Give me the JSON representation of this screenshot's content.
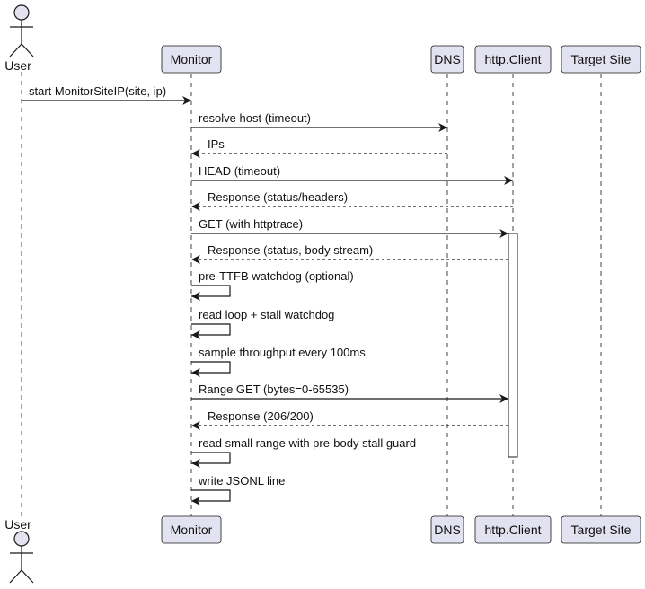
{
  "colors": {
    "participant_fill": "#e2e2f0",
    "participant_stroke": "#181818",
    "lifeline": "#181818",
    "arrow": "#181818"
  },
  "participants": [
    {
      "id": "user",
      "name": "User",
      "kind": "actor"
    },
    {
      "id": "monitor",
      "name": "Monitor",
      "kind": "participant"
    },
    {
      "id": "dns",
      "name": "DNS",
      "kind": "participant"
    },
    {
      "id": "client",
      "name": "http.Client",
      "kind": "participant"
    },
    {
      "id": "target",
      "name": "Target Site",
      "kind": "participant"
    }
  ],
  "messages": [
    {
      "from": "user",
      "to": "monitor",
      "label": "start MonitorSiteIP(site, ip)",
      "style": "solid"
    },
    {
      "from": "monitor",
      "to": "dns",
      "label": "resolve host (timeout)",
      "style": "solid"
    },
    {
      "from": "dns",
      "to": "monitor",
      "label": "IPs",
      "style": "dashed"
    },
    {
      "from": "monitor",
      "to": "client",
      "label": "HEAD (timeout)",
      "style": "solid"
    },
    {
      "from": "client",
      "to": "monitor",
      "label": "Response (status/headers)",
      "style": "dashed"
    },
    {
      "from": "monitor",
      "to": "client",
      "label": "GET (with httptrace)",
      "style": "solid",
      "activate": "client"
    },
    {
      "from": "client",
      "to": "monitor",
      "label": "Response (status, body stream)",
      "style": "dashed"
    },
    {
      "from": "monitor",
      "to": "monitor",
      "label": "pre-TTFB watchdog (optional)",
      "style": "self"
    },
    {
      "from": "monitor",
      "to": "monitor",
      "label": "read loop + stall watchdog",
      "style": "self"
    },
    {
      "from": "monitor",
      "to": "monitor",
      "label": "sample throughput every 100ms",
      "style": "self"
    },
    {
      "from": "monitor",
      "to": "client",
      "label": "Range GET (bytes=0-65535)",
      "style": "solid"
    },
    {
      "from": "client",
      "to": "monitor",
      "label": "Response (206/200)",
      "style": "dashed"
    },
    {
      "from": "monitor",
      "to": "monitor",
      "label": "read small range with pre-body stall guard",
      "style": "self",
      "deactivate": "client"
    },
    {
      "from": "monitor",
      "to": "monitor",
      "label": "write JSONL line",
      "style": "self"
    }
  ]
}
